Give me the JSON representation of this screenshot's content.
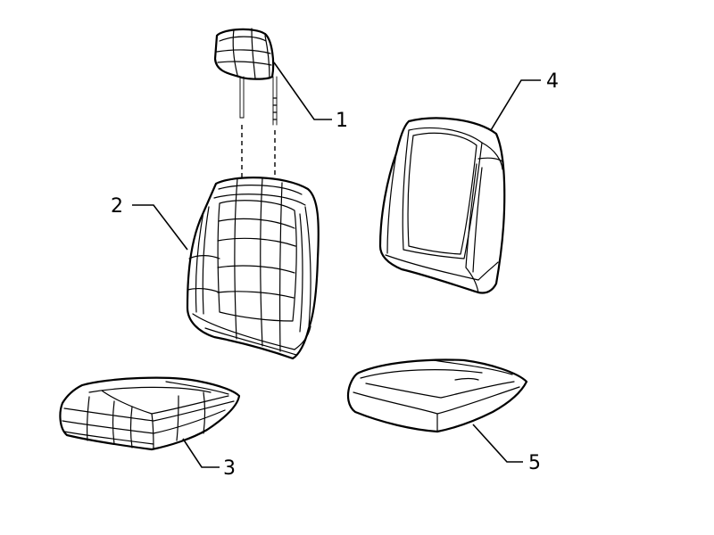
{
  "callouts": {
    "headrest": "1",
    "backrest_cover": "2",
    "cushion_cover": "3",
    "backrest_pad": "4",
    "cushion_pad": "5"
  }
}
